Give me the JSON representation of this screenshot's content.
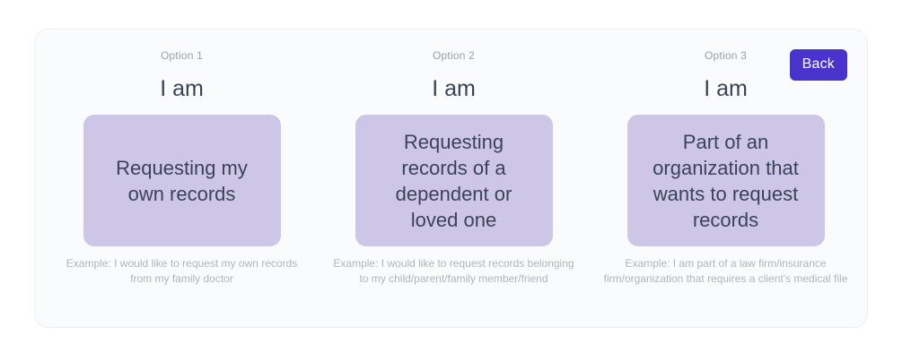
{
  "panel": {
    "back_button_label": "Back",
    "accent_color": "#4a32cc",
    "card_color": "#cdc6e6",
    "panel_background": "#fafbfc"
  },
  "options": [
    {
      "option_label": "Option 1",
      "heading": "I am",
      "choice": "Requesting my own records",
      "example": "Example: I would like to request my own records from my family doctor"
    },
    {
      "option_label": "Option 2",
      "heading": "I am",
      "choice": "Requesting records of a dependent or loved one",
      "example": "Example: I would like to request records belonging to my child/parent/family member/friend"
    },
    {
      "option_label": "Option 3",
      "heading": "I am",
      "choice": "Part of an organization that wants to request records",
      "example": "Example: I am part of a law firm/insurance firm/organization that requires a client's medical file"
    }
  ]
}
